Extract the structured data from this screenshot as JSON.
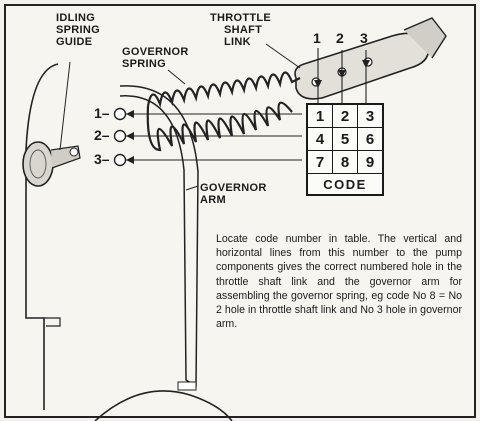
{
  "labels": {
    "idling_spring_guide": [
      "IDLING",
      "SPRING",
      "GUIDE"
    ],
    "throttle_shaft_link": [
      "THROTTLE",
      "SHAFT",
      "LINK"
    ],
    "governor_spring": [
      "GOVERNOR",
      "SPRING"
    ],
    "governor_arm": [
      "GOVERNOR",
      "ARM"
    ]
  },
  "column_numbers": [
    "1",
    "2",
    "3"
  ],
  "row_numbers": [
    "1",
    "2",
    "3"
  ],
  "code_table": {
    "rows": [
      [
        "1",
        "2",
        "3"
      ],
      [
        "4",
        "5",
        "6"
      ],
      [
        "7",
        "8",
        "9"
      ]
    ],
    "footer": "CODE"
  },
  "caption": "Locate code number in table. The vertical and horizontal lines from this number to the pump components gives the correct numbered hole in the throttle shaft link and the governor arm for assembling the governor spring, eg code No 8 = No 2 hole in throttle shaft link and No 3 hole in governor arm."
}
